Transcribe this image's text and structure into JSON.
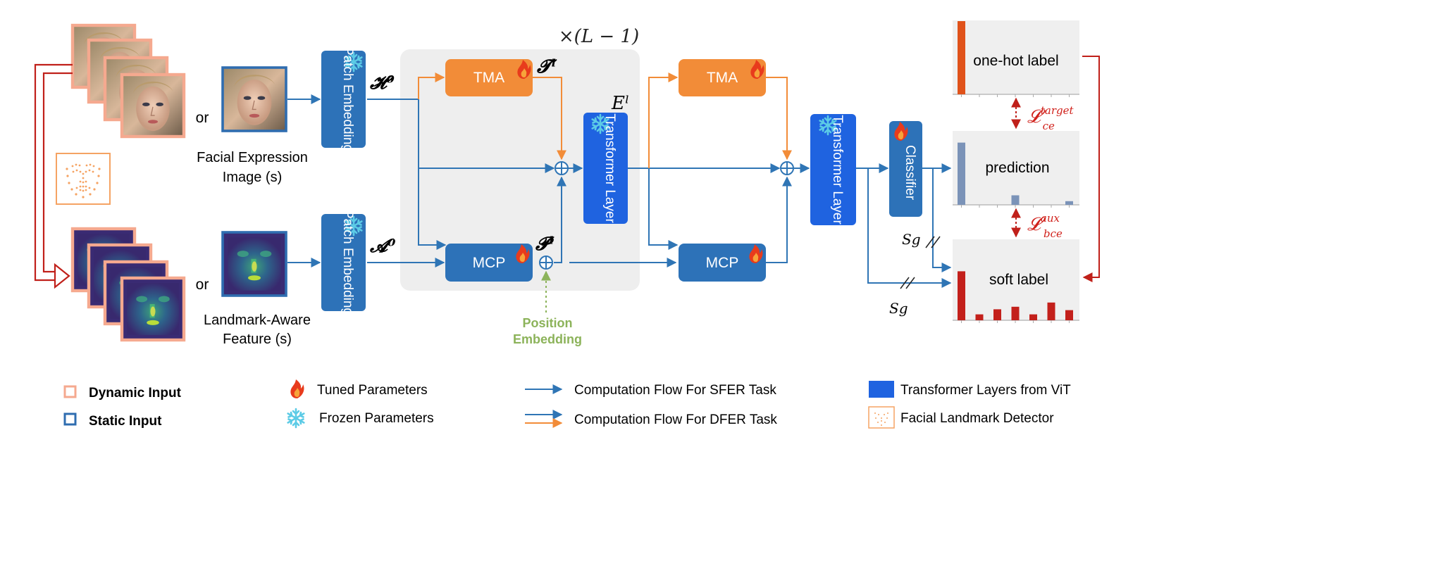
{
  "repeat_label": "×(L − 1)",
  "inputs": {
    "or_1": "or",
    "or_2": "or",
    "image_caption_line1": "Facial Expression",
    "image_caption_line2": "Image (s)",
    "feature_caption_line1": "Landmark-Aware",
    "feature_caption_line2": "Feature (s)"
  },
  "blocks": {
    "patch_embed_top": "Patch Embedding",
    "patch_embed_bottom": "Patch Embedding",
    "tma_1": "TMA",
    "tma_2": "TMA",
    "mcp_1": "MCP",
    "mcp_2": "MCP",
    "transformer_1": "Transformer Layer",
    "transformer_2": "Transformer Layer",
    "classifier": "Classifier"
  },
  "symbols": {
    "h0": "𝓗⁰",
    "a0": "𝓐⁰",
    "tl": "𝓣ˡ",
    "pl": "𝓟ˡ",
    "el": "Eˡ",
    "l_target_base": "𝓛",
    "l_target_sup": "target",
    "l_target_sub": "ce",
    "l_aux_base": "𝓛",
    "l_aux_sup": "aux",
    "l_aux_sub": "bce",
    "sg_1": "Sg",
    "sg_2": "Sg"
  },
  "position_embedding_line1": "Position",
  "position_embedding_line2": "Embedding",
  "panels": {
    "onehot_label": "one-hot label",
    "prediction_label": "prediction",
    "soft_label": "soft label",
    "onehot_values": [
      1.0,
      0,
      0,
      0,
      0,
      0,
      0
    ],
    "prediction_values": [
      0.85,
      0,
      0,
      0.13,
      0,
      0,
      0.05
    ],
    "soft_values": [
      0.58,
      0.07,
      0.13,
      0.16,
      0.07,
      0.21,
      0.12
    ]
  },
  "legend": {
    "dynamic_input": "Dynamic Input",
    "static_input": "Static Input",
    "tuned": "Tuned Parameters",
    "frozen": "Frozen Parameters",
    "sfer_flow": "Computation Flow For SFER Task",
    "dfer_flow": "Computation Flow For DFER Task",
    "vit_layers": "Transformer Layers from ViT",
    "landmark_detector": "Facial Landmark Detector"
  },
  "colors": {
    "blue_flow": "#2f75b5",
    "orange_flow": "#f28c38",
    "dark_red": "#c0201a",
    "transformer_blue": "#1f63e0",
    "block_blue": "#2d72b8",
    "onehot_bar": "#e0521a",
    "prediction_bar": "#7b93b8",
    "soft_bar": "#c3201b",
    "position_green": "#8cb35a"
  }
}
